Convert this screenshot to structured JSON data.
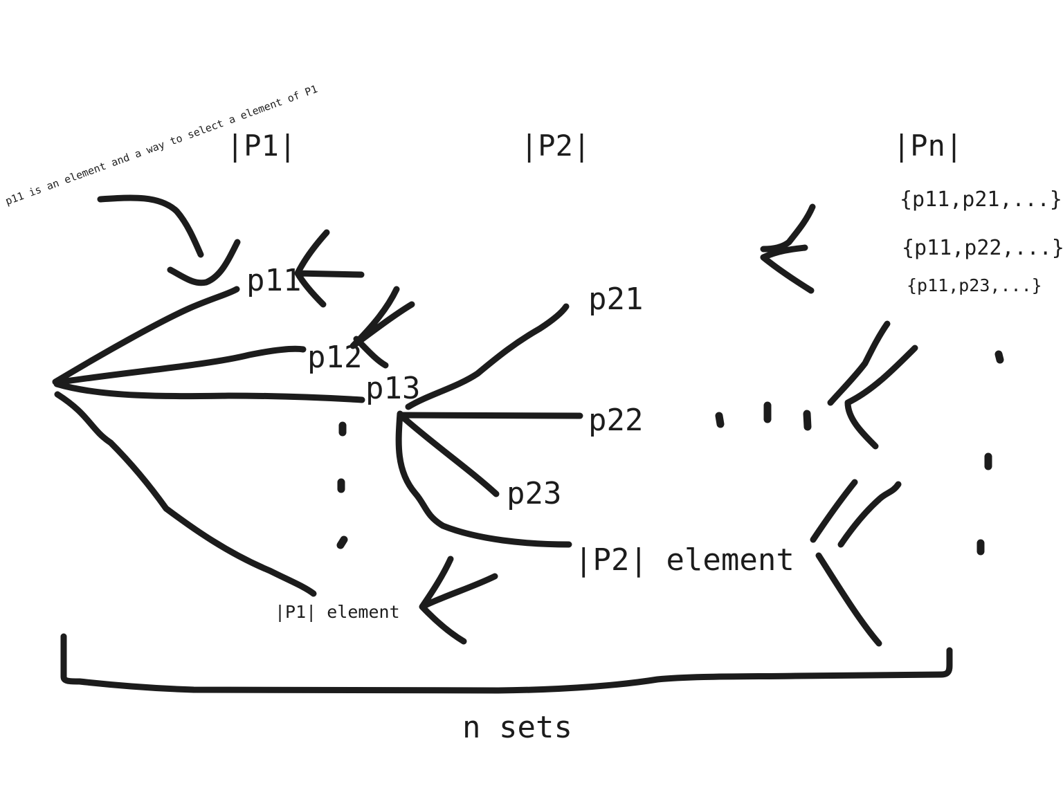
{
  "headers": {
    "p1": "|P1|",
    "p2": "|P2|",
    "pn": "|Pn|"
  },
  "annotation": "p11 is an element and a way to select a element of P1",
  "elements": {
    "p11": "p11",
    "p12": "p12",
    "p13": "p13",
    "p21": "p21",
    "p22": "p22",
    "p23": "p23",
    "p1_element": "|P1| element",
    "p2_element": "|P2| element"
  },
  "tuples": [
    "{p11,p21,...}",
    "{p11,p22,...}",
    "{p11,p23,...}"
  ],
  "footer": "n sets",
  "colors": {
    "ink": "#1c1c1c",
    "background": "#ffffff"
  }
}
